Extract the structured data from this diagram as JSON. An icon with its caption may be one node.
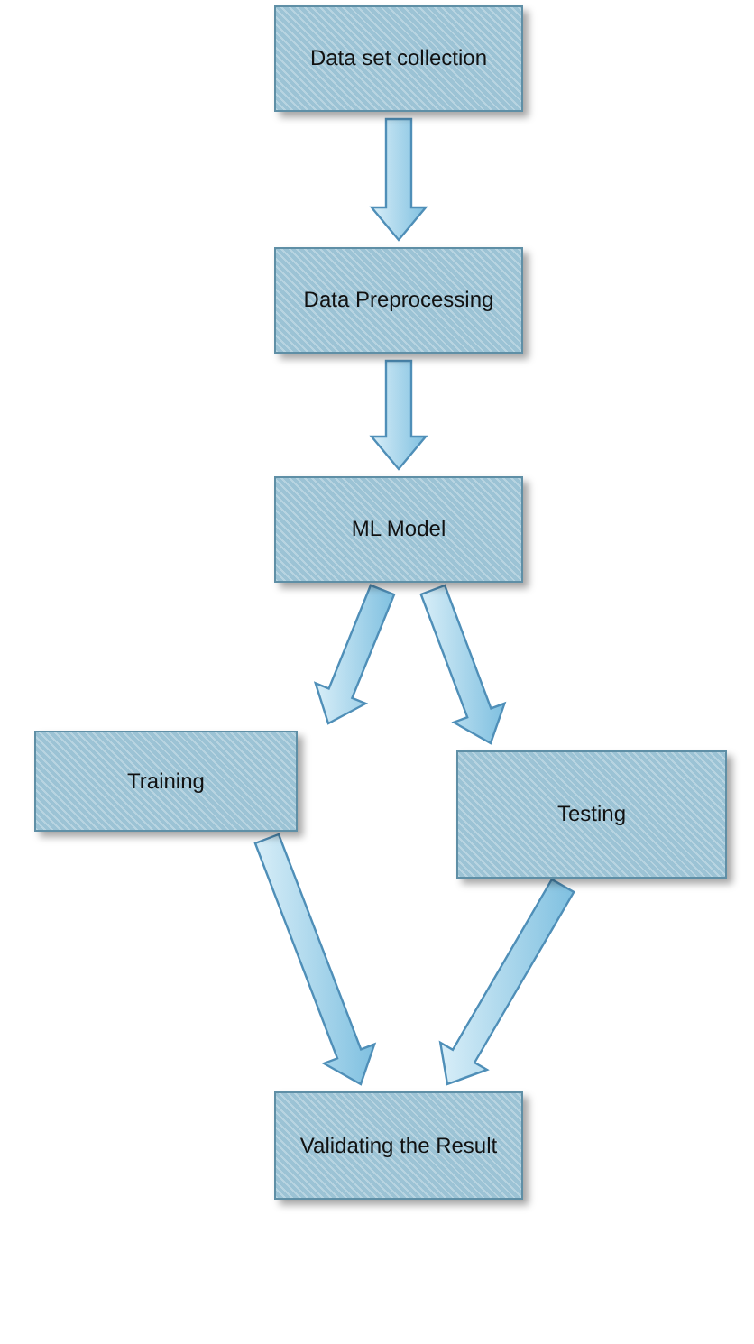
{
  "diagram": {
    "nodes": [
      {
        "text": [
          "Data set collection"
        ]
      },
      {
        "text": [
          "Data Preprocessing"
        ]
      },
      {
        "text": [
          "ML Model"
        ]
      },
      {
        "text": [
          "Training"
        ]
      },
      {
        "text": [
          "Testing"
        ]
      },
      {
        "text": [
          "Validating the Result"
        ]
      }
    ],
    "edges": [
      {
        "from": 0,
        "to": 1,
        "arrow": "to"
      },
      {
        "from": 1,
        "to": 2,
        "arrow": "to"
      },
      {
        "from": 2,
        "to": 3,
        "arrow": "to"
      },
      {
        "from": 2,
        "to": 4,
        "arrow": "to"
      },
      {
        "from": 3,
        "to": 5,
        "arrow": "to"
      },
      {
        "from": 4,
        "to": 5,
        "arrow": "to"
      }
    ]
  }
}
